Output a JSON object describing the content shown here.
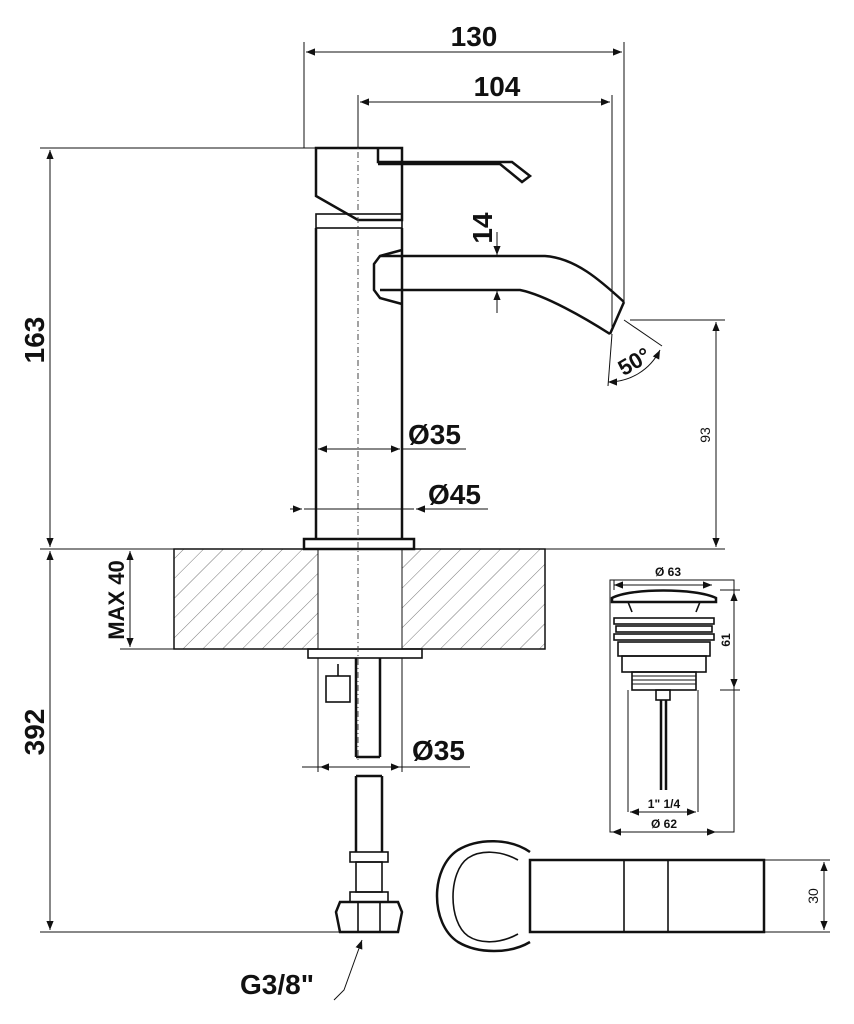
{
  "dimensions": {
    "overall_width": "130",
    "spout_reach": "104",
    "spout_height_dim": "14",
    "total_height": "163",
    "outlet_height": "93",
    "body_diameter": "Ø35",
    "base_diameter": "Ø45",
    "max_deck": "MAX 40",
    "below_deck_height": "392",
    "shank_diameter": "Ø35",
    "spout_angle": "50°",
    "connection": "G3/8\""
  },
  "waste_drain": {
    "cap_diameter": "Ø 63",
    "height": "61",
    "thread": "1\" 1/4",
    "body_diameter": "Ø 62"
  },
  "top_view": {
    "handle_height": "30"
  }
}
